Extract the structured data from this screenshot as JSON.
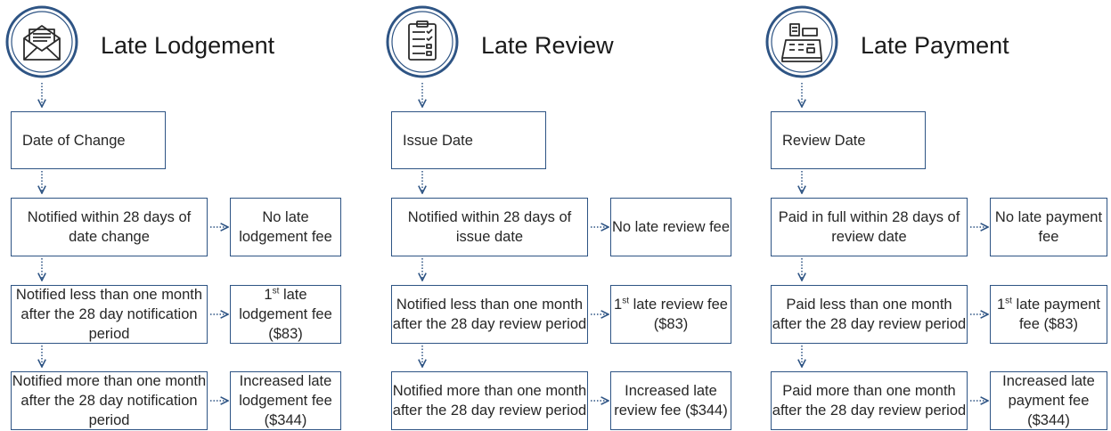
{
  "columns": [
    {
      "icon": "envelope-icon",
      "title": "Late Lodgement",
      "start": "Date of Change",
      "rows": [
        {
          "condition": "Notified within 28 days of date change",
          "fee_pre": "",
          "fee_sup": "",
          "fee": "No late lodgement fee"
        },
        {
          "condition": "Notified less than one month after the 28 day notification period",
          "fee_pre": "1",
          "fee_sup": "st",
          "fee": "late lodgement fee ($83)"
        },
        {
          "condition": "Notified more than one month after the 28 day notification period",
          "fee_pre": "",
          "fee_sup": "",
          "fee": "Increased late lodgement fee ($344)"
        }
      ]
    },
    {
      "icon": "checklist-icon",
      "title": "Late Review",
      "start": "Issue Date",
      "rows": [
        {
          "condition": "Notified within 28 days of issue date",
          "fee_pre": "",
          "fee_sup": "",
          "fee": "No late review fee"
        },
        {
          "condition": "Notified less than one month after the 28 day review period",
          "fee_pre": "1",
          "fee_sup": "st",
          "fee": "late review fee ($83)"
        },
        {
          "condition": "Notified more than one month after the 28 day review period",
          "fee_pre": "",
          "fee_sup": "",
          "fee": "Increased late review fee ($344)"
        }
      ]
    },
    {
      "icon": "cash-register-icon",
      "title": "Late Payment",
      "start": "Review Date",
      "rows": [
        {
          "condition": "Paid in full within 28 days of review date",
          "fee_pre": "",
          "fee_sup": "",
          "fee": "No late payment fee"
        },
        {
          "condition": "Paid less than one month after the 28 day review period",
          "fee_pre": "1",
          "fee_sup": "st",
          "fee": "late payment fee ($83)"
        },
        {
          "condition": "Paid more than one month after the 28 day review period",
          "fee_pre": "",
          "fee_sup": "",
          "fee": "Increased late payment fee ($344)"
        }
      ]
    }
  ],
  "colors": {
    "box_border": "#2e5484",
    "icon_ring": "#2e5484",
    "connector": "#2e5484",
    "text": "#262626"
  }
}
